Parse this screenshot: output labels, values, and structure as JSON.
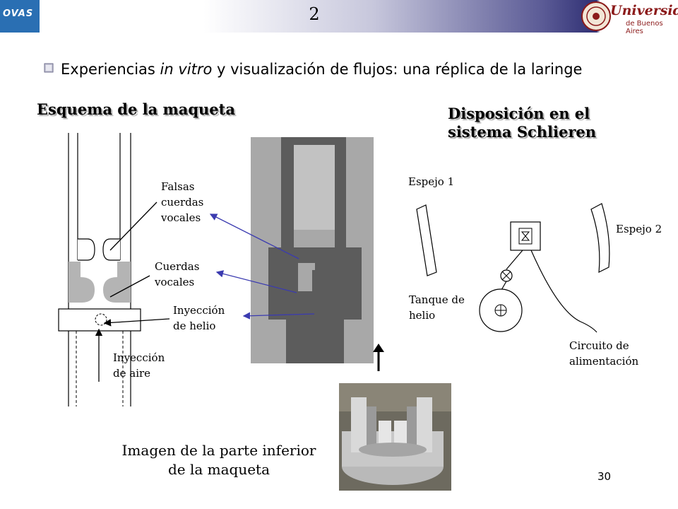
{
  "header": {
    "slide_number": "2",
    "left_logo_text": "OVAS",
    "right_logo_text": "Universidad",
    "right_logo_subtext": "de Buenos Aires"
  },
  "bullet": {
    "text_before": "Experiencias ",
    "text_italic": "in vitro",
    "text_after": " y visualización de flujos: una réplica de la laringe"
  },
  "scheme": {
    "title": "Esquema de la maqueta",
    "label_false_cords": [
      "Falsas",
      "cuerdas",
      "vocales"
    ],
    "label_cords": [
      "Cuerdas",
      "vocales"
    ],
    "label_helium_injection": [
      "Inyección",
      "de helio"
    ],
    "label_air_injection": [
      "Inyección",
      "de aire"
    ]
  },
  "schlieren": {
    "title_line1": "Disposición en el",
    "title_line2": "sistema Schlieren",
    "mirror1": "Espejo 1",
    "mirror2": "Espejo 2",
    "tank": [
      "Tanque de",
      "helio"
    ],
    "circuit": [
      "Circuito de",
      "alimentación"
    ]
  },
  "photo_caption": [
    "Imagen de la parte inferior",
    "de la maqueta"
  ],
  "page_number": "30",
  "colors": {
    "header_dark": "#2f2f73",
    "arrow_blue": "#3b3bb0",
    "logo_blue": "#2a6fb3",
    "logo_red": "#8b1a1a"
  }
}
